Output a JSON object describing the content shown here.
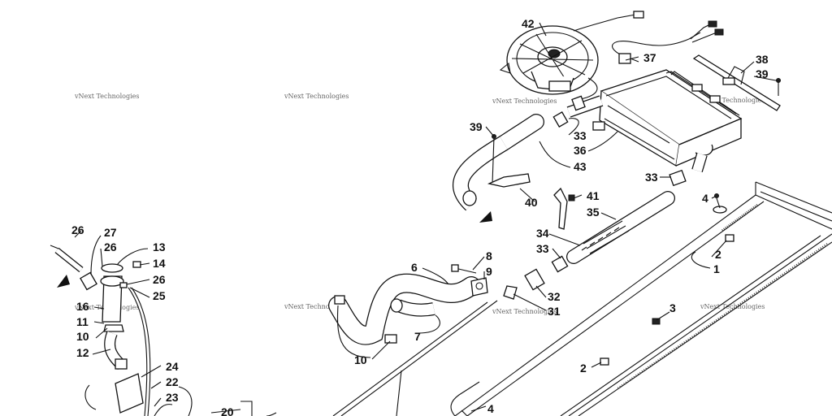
{
  "watermark": "vNext Technologies",
  "callouts": [
    "1",
    "2",
    "2",
    "2",
    "3",
    "4",
    "4",
    "6",
    "7",
    "8",
    "9",
    "10",
    "10",
    "10",
    "11",
    "12",
    "13",
    "14",
    "16",
    "20",
    "22",
    "23",
    "24",
    "25",
    "26",
    "26",
    "26",
    "27",
    "31",
    "32",
    "33",
    "33",
    "33",
    "34",
    "35",
    "36",
    "37",
    "38",
    "39",
    "39",
    "40",
    "41",
    "42",
    "43"
  ]
}
